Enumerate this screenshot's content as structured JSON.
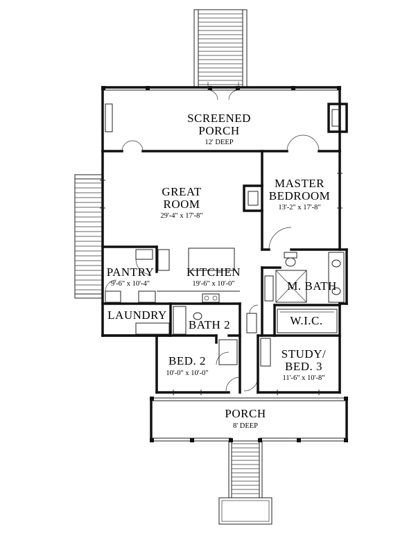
{
  "rooms": {
    "screened_porch": {
      "line1": "SCREENED",
      "line2": "PORCH",
      "dim": "12' DEEP"
    },
    "great_room": {
      "line1": "GREAT",
      "line2": "ROOM",
      "dim": "29'-4\" x 17'-8\""
    },
    "master_bedroom": {
      "line1": "MASTER",
      "line2": "BEDROOM",
      "dim": "13'-2\" x 17'-8\""
    },
    "pantry": {
      "label": "PANTRY",
      "dim": "9'-6\" x 10'-4\""
    },
    "kitchen": {
      "label": "KITCHEN",
      "dim": "19'-6\" x 10'-0\""
    },
    "master_bath": {
      "label": "M. BATH"
    },
    "laundry": {
      "label": "LAUNDRY"
    },
    "bath_2": {
      "label": "BATH 2"
    },
    "wic": {
      "label": "W.I.C."
    },
    "bed_2": {
      "label": "BED. 2",
      "dim": "10'-0\" x 10'-0\""
    },
    "study": {
      "line1": "STUDY/",
      "line2": "BED. 3",
      "dim": "11'-6\" x 10'-8\""
    },
    "porch": {
      "label": "PORCH",
      "dim": "8' DEEP"
    }
  }
}
